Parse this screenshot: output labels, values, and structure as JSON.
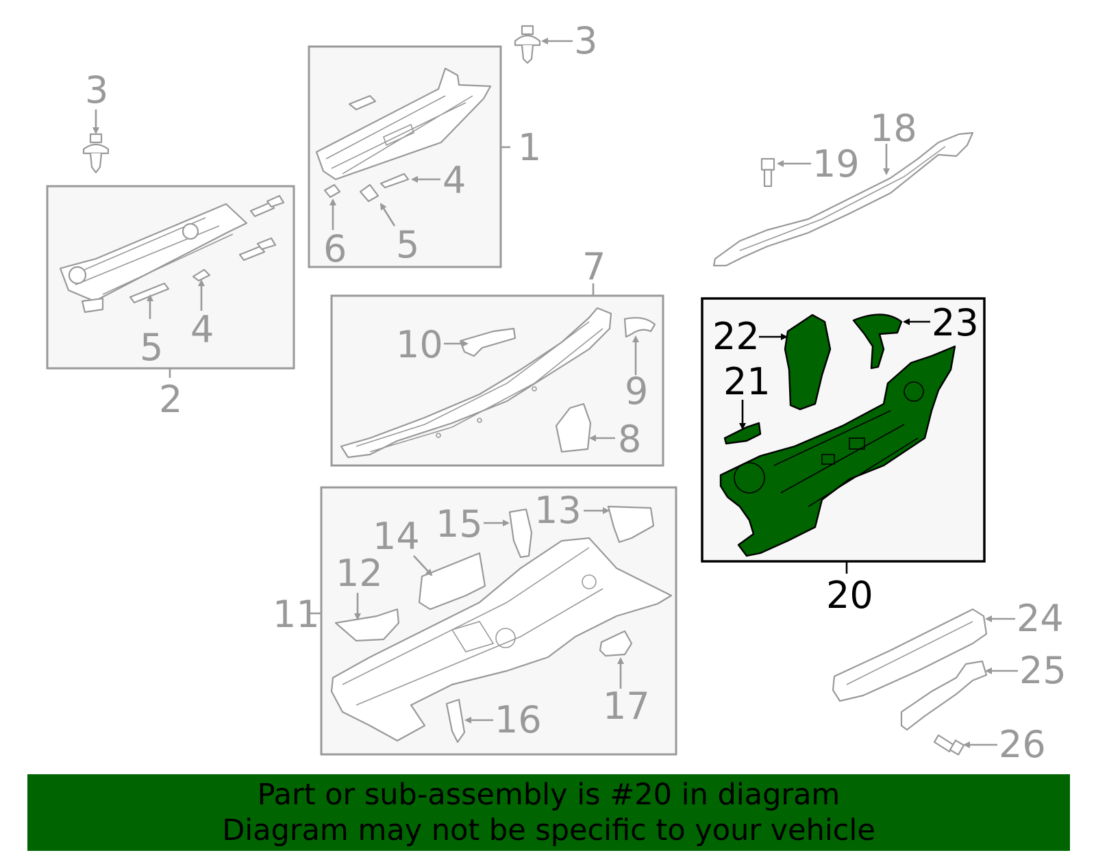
{
  "colors": {
    "highlight": "#006400",
    "highlight_outline": "#000000",
    "inactive": "#999999",
    "box_fill": "#f7f7f7",
    "banner_bg": "#006400",
    "banner_text": "#000000"
  },
  "callouts": {
    "c1": "1",
    "c2": "2",
    "c3a": "3",
    "c3b": "3",
    "c4a": "4",
    "c4b": "4",
    "c5a": "5",
    "c5b": "5",
    "c6": "6",
    "c7": "7",
    "c8": "8",
    "c9": "9",
    "c10": "10",
    "c11": "11",
    "c12": "12",
    "c13": "13",
    "c14": "14",
    "c15": "15",
    "c16": "16",
    "c17": "17",
    "c18": "18",
    "c19": "19",
    "c20": "20",
    "c21": "21",
    "c22": "22",
    "c23": "23",
    "c24": "24",
    "c25": "25",
    "c26": "26"
  },
  "banner": {
    "line1": "Part or sub-assembly is #20 in diagram",
    "line2": "Diagram may not be specific to your vehicle"
  }
}
